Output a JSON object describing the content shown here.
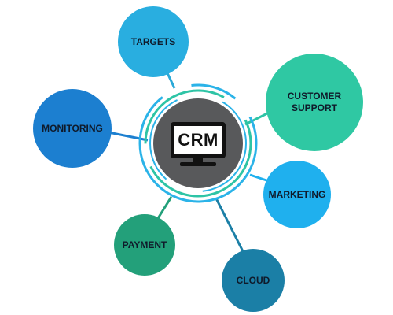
{
  "diagram": {
    "center": {
      "label": "CRM",
      "screen_color": "#ffffff",
      "hub_color": "#58595b",
      "ring_colors": [
        "#2bb3e8",
        "#2ec4a6"
      ]
    },
    "nodes": [
      {
        "id": "targets",
        "label": "TARGETS",
        "color": "#29aee0"
      },
      {
        "id": "customer-support",
        "label": "CUSTOMER\nSUPPORT",
        "color": "#2fc8a3"
      },
      {
        "id": "monitoring",
        "label": "MONITORING",
        "color": "#1c7fd0"
      },
      {
        "id": "marketing",
        "label": "MARKETING",
        "color": "#1fb0ee"
      },
      {
        "id": "payment",
        "label": "PAYMENT",
        "color": "#23a07a"
      },
      {
        "id": "cloud",
        "label": "CLOUD",
        "color": "#1b7fa6"
      }
    ]
  }
}
